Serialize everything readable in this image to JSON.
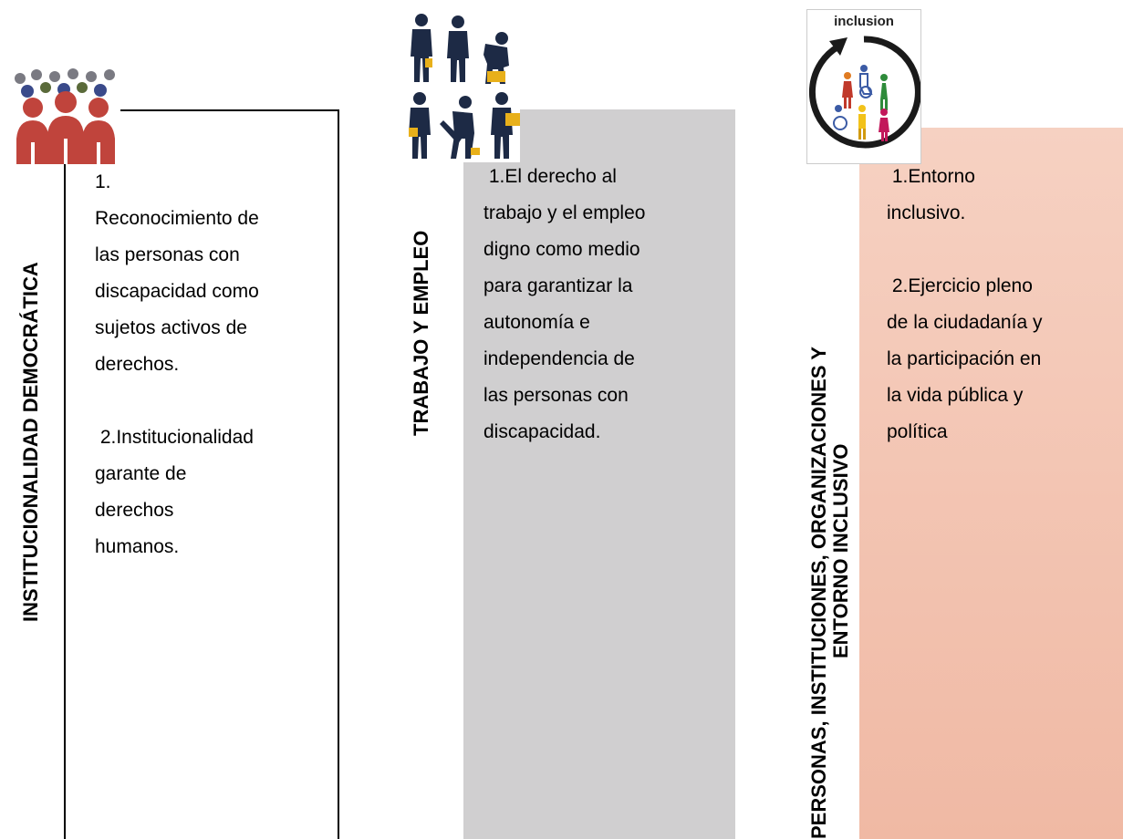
{
  "columns": [
    {
      "id": "institucionalidad",
      "vertical_label": "INSTITUCIONALIDAD DEMOCRÁTICA",
      "icon": "crowd-icon",
      "box_color": "#ffffff",
      "paragraphs": [
        [
          "1.",
          "Reconocimiento de",
          "las personas con",
          "discapacidad como",
          "sujetos activos de",
          "derechos."
        ],
        [
          " 2.Institucionalidad",
          "garante de",
          "derechos",
          "humanos."
        ]
      ]
    },
    {
      "id": "trabajo",
      "vertical_label": "TRABAJO Y EMPLEO",
      "icon": "workers-icon",
      "box_color": "#d0cfd0",
      "paragraphs": [
        [
          " 1.El derecho al",
          "trabajo y el empleo",
          "digno como medio",
          "para garantizar la",
          "autonomía e",
          "independencia de",
          "las personas con",
          "discapacidad."
        ]
      ]
    },
    {
      "id": "inclusion",
      "vertical_label_line1": "PERSONAS, INSTITUCIONES, ORGANIZACIONES Y",
      "vertical_label_line2": "ENTORNO INCLUSIVO",
      "icon": "inclusion-icon",
      "icon_label": "inclusion",
      "box_color": "#f3c2b0",
      "paragraphs": [
        [
          " 1.Entorno",
          "inclusivo."
        ],
        [
          " 2.Ejercicio pleno",
          "de la ciudadanía y",
          "la participación en",
          "la vida pública y",
          "política"
        ]
      ]
    }
  ]
}
